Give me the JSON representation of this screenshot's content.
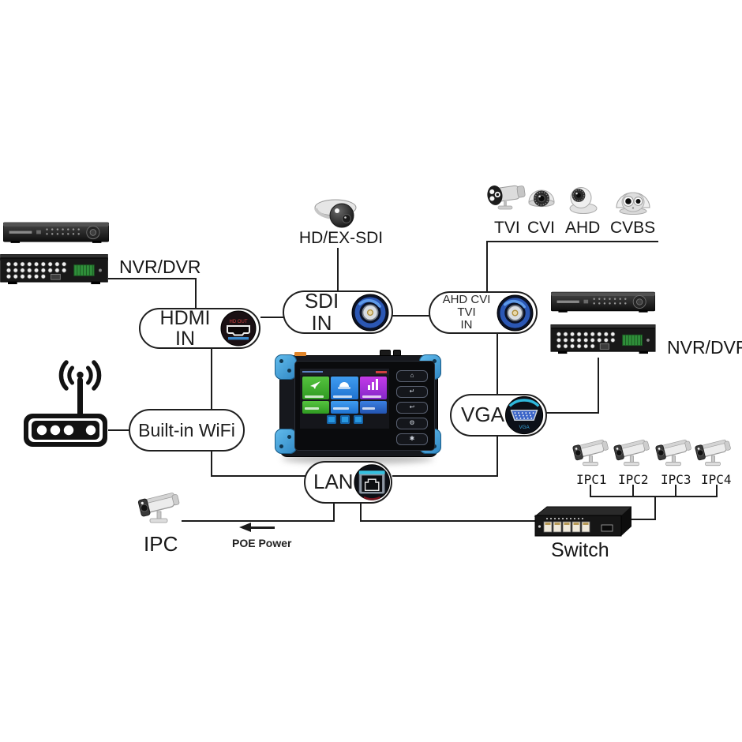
{
  "pills": {
    "hdmi_in": {
      "label": "HDMI IN"
    },
    "sdi_in": {
      "label": "SDI IN"
    },
    "ahd_cvi_tvi_in": {
      "label_line1": "AHD CVI TVI",
      "label_line2": "IN"
    },
    "vga": {
      "label": "VGA"
    },
    "lan": {
      "label": "LAN"
    },
    "built_in_wifi": {
      "label": "Built-in WiFi"
    }
  },
  "connector_icons": {
    "hdmi": {
      "name": "hdmi-port-icon",
      "text": "HD OUT"
    },
    "sdi": {
      "name": "bnc-connector-icon"
    },
    "ahd_cvi_tvi": {
      "name": "bnc-connector-icon"
    },
    "vga": {
      "name": "vga-connector-icon",
      "text": "VGA"
    },
    "lan": {
      "name": "rj45-port-icon"
    }
  },
  "labels": {
    "nvr_left": "NVR/DVR",
    "nvr_right": "NVR/DVR",
    "hd_ex_sdi": "HD/EX-SDI",
    "analog_cameras": [
      "TVI",
      "CVI",
      "AHD",
      "CVBS"
    ],
    "ip_cameras": [
      "IPC1",
      "IPC2",
      "IPC3",
      "IPC4"
    ],
    "ipc": "IPC",
    "poe": "POE Power",
    "switch": "Switch"
  },
  "tester": {
    "side_button_glyphs": [
      "⌂",
      "↵",
      "↩",
      "⚙",
      "✱"
    ]
  },
  "colors": {
    "line": "#1c1c1c",
    "pill_border": "#1f1f1f",
    "tester_accent_blue": "#41a6de",
    "tile_green": "#3fb32e",
    "tile_blue": "#2b8de8",
    "tile_purple": "#a832d8"
  }
}
